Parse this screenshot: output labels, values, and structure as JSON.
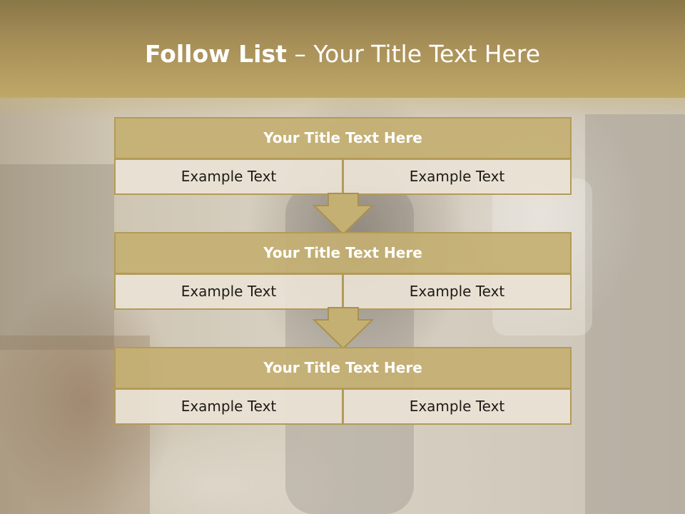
{
  "title": {
    "bold": "Follow List",
    "separator": " – ",
    "rest": "Your Title Text Here"
  },
  "blocks": [
    {
      "title": "Your Title Text Here",
      "left": "Example Text",
      "right": "Example Text"
    },
    {
      "title": "Your Title Text Here",
      "left": "Example Text",
      "right": "Example Text"
    },
    {
      "title": "Your Title Text Here",
      "left": "Example Text",
      "right": "Example Text"
    }
  ],
  "colors": {
    "header": "#a78f58",
    "block_title": "#c4b072",
    "block_border": "#b39b58",
    "cell_fill": "#e9e2d4"
  }
}
